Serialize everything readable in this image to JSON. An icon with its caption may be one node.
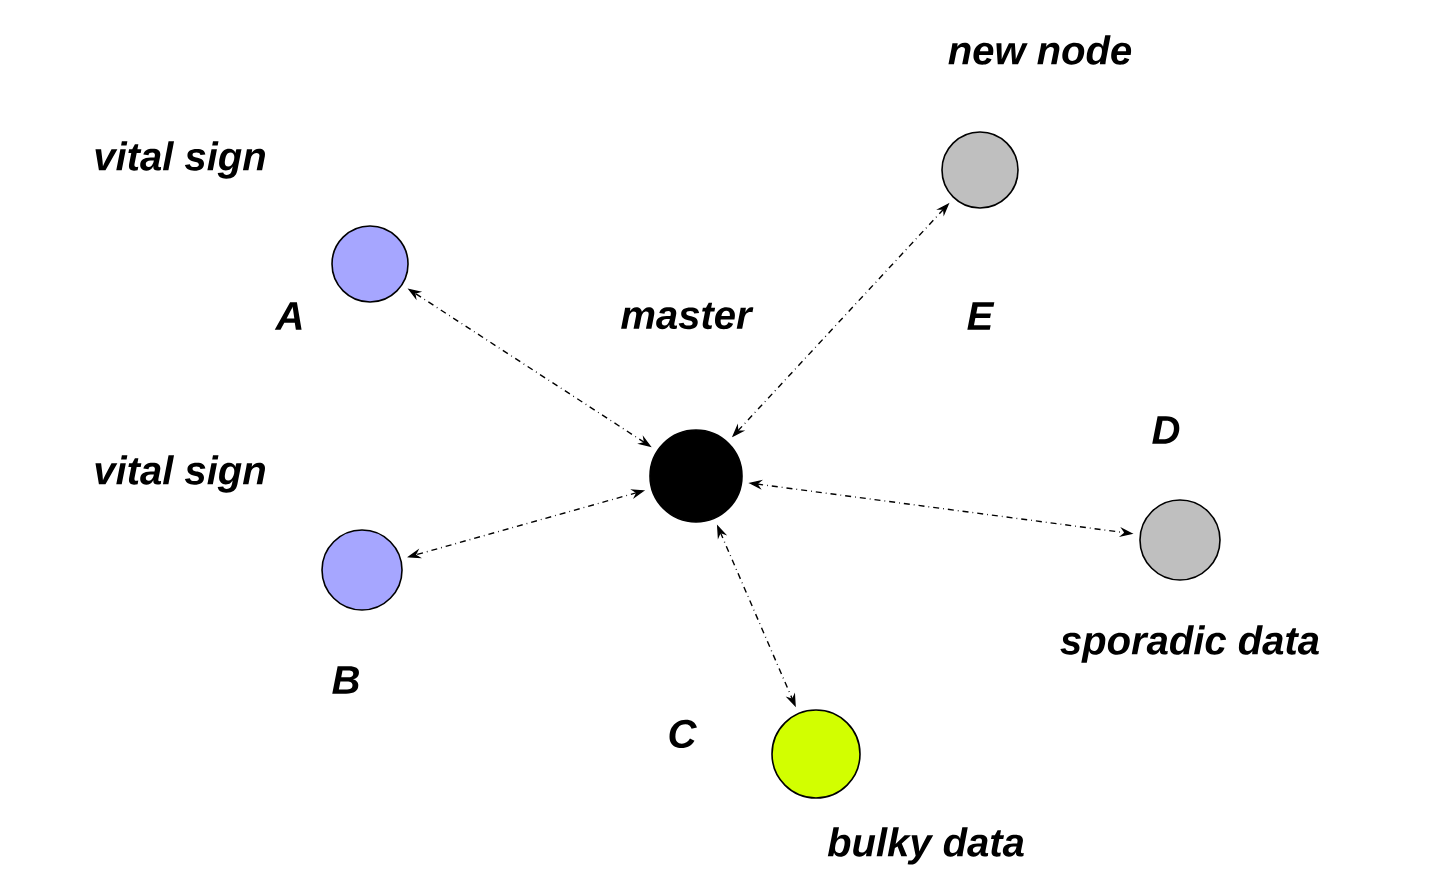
{
  "diagram": {
    "nodes": [
      {
        "text": [],
        "shape": "circle",
        "beside": [
          "vital sign",
          "A"
        ]
      },
      {
        "text": [],
        "shape": "circle",
        "beside": [
          "new node",
          "E"
        ]
      },
      {
        "text": [],
        "shape": "circle",
        "beside": [
          "master"
        ]
      },
      {
        "text": [],
        "shape": "circle",
        "beside": [
          "vital sign",
          "B"
        ]
      },
      {
        "text": [],
        "shape": "circle",
        "beside": [
          "D",
          "sporadic data"
        ]
      },
      {
        "text": [],
        "shape": "circle",
        "beside": [
          "C",
          "bulky data"
        ]
      }
    ],
    "edges": [
      {
        "from": 2,
        "to": 0,
        "arrow": "both"
      },
      {
        "from": 2,
        "to": 1,
        "arrow": "both"
      },
      {
        "from": 2,
        "to": 3,
        "arrow": "both"
      },
      {
        "from": 2,
        "to": 4,
        "arrow": "both"
      },
      {
        "from": 2,
        "to": 5,
        "arrow": "both"
      }
    ]
  }
}
